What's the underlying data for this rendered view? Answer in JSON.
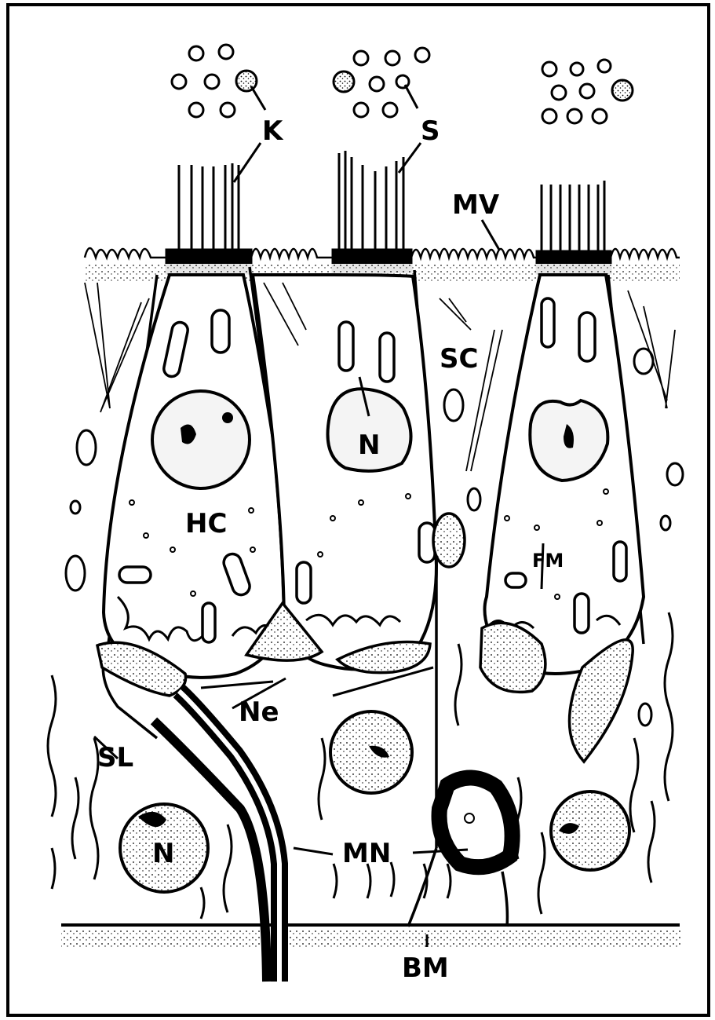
{
  "labels": {
    "kinocilium": "K",
    "stereocilia": "S",
    "microvilli": "MV",
    "supporting_cell": "SC",
    "hair_cell": "HC",
    "nucleus_upper": "N",
    "nucleus_lower": "N",
    "fibrous_material": "FM",
    "nerve_endings": "Ne",
    "striated_lamina": "SL",
    "myelinated_nerves": "MN",
    "basement_membrane": "BM"
  }
}
